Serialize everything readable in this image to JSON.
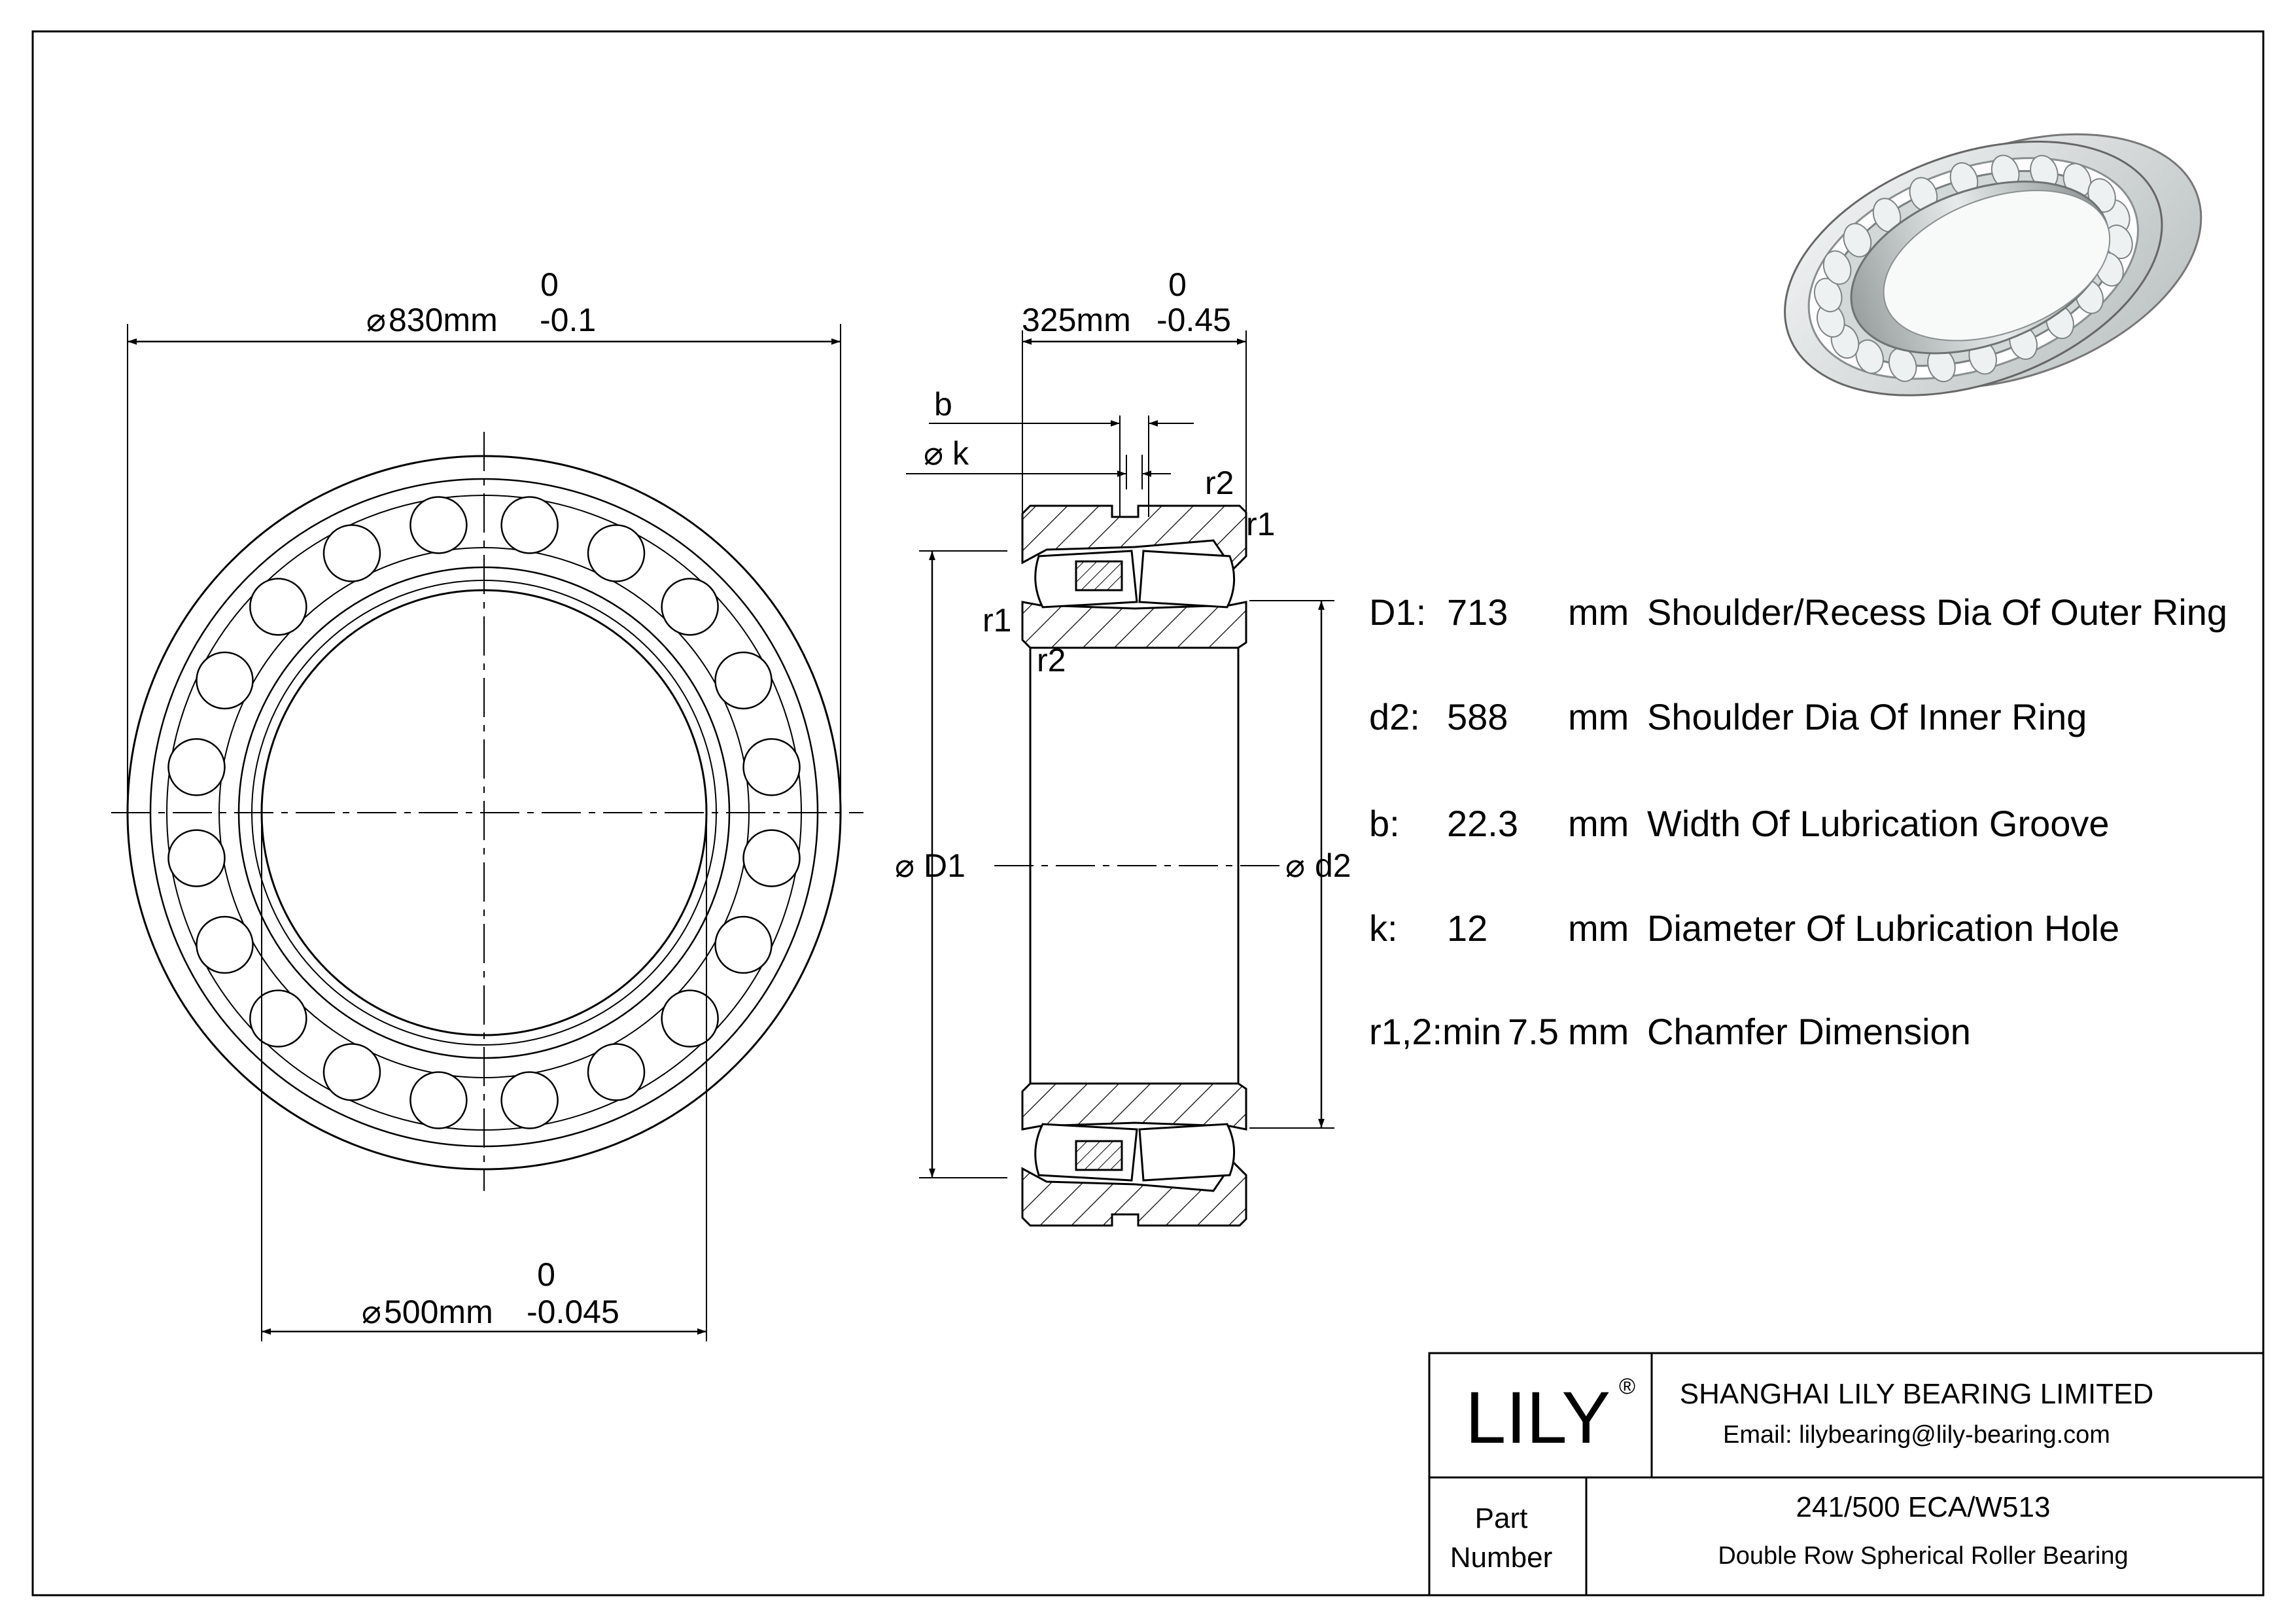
{
  "drawing": {
    "front_view": {
      "outer_diameter": {
        "nominal": "830mm",
        "upper_tol": "0",
        "lower_tol": "-0.1"
      },
      "bore_diameter": {
        "nominal": "500mm",
        "upper_tol": "0",
        "lower_tol": "-0.045"
      }
    },
    "section_view": {
      "width": {
        "nominal": "325mm",
        "upper_tol": "0",
        "lower_tol": "-0.45"
      },
      "labels": {
        "b": "b",
        "k": "k",
        "r1": "r1",
        "r2": "r2",
        "D1": "D1",
        "d2": "d2"
      }
    }
  },
  "specs": [
    {
      "key": "D1:",
      "value": "713",
      "unit": "mm",
      "desc": "Shoulder/Recess Dia Of Outer Ring"
    },
    {
      "key": "d2:",
      "value": "588",
      "unit": "mm",
      "desc": "Shoulder Dia Of Inner Ring"
    },
    {
      "key": "b:",
      "value": "22.3",
      "unit": "mm",
      "desc": "Width Of Lubrication Groove"
    },
    {
      "key": "k:",
      "value": "12",
      "unit": "mm",
      "desc": "Diameter Of Lubrication Hole"
    },
    {
      "key": "r1,2:min",
      "value": "7.5",
      "unit": "mm",
      "desc": "Chamfer Dimension"
    }
  ],
  "title_block": {
    "logo": "LILY",
    "registered": "®",
    "company": "SHANGHAI LILY BEARING LIMITED",
    "email": "Email: lilybearing@lily-bearing.com",
    "part_label_1": "Part",
    "part_label_2": "Number",
    "part_number": "241/500 ECA/W513",
    "description": "Double Row Spherical Roller Bearing"
  }
}
